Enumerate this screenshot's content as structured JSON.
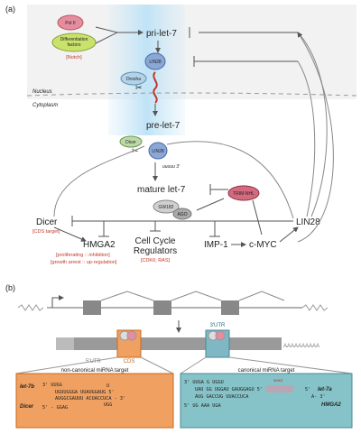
{
  "panel_a": {
    "label": "(a)",
    "pol2": "Pol II",
    "diff_factors_1": "Differentiation",
    "diff_factors_2": "factors",
    "notch": "[Notch]",
    "pri_let7": "pri-let-7",
    "lin28_top": "LIN28",
    "drosha": "Drosha",
    "nucleus": "Nucleus",
    "cytoplasm": "Cytoplasm",
    "pre_let7": "pre-let-7",
    "dicer_small": "Dicer",
    "lin28_mid": "LIN28",
    "uuuu": "uuuuu 3'",
    "mature_let7": "mature let-7",
    "trim_nhl": "TRIM-NHL",
    "gw182": "GW182",
    "ago": "AGO",
    "dicer": "Dicer",
    "cds_target": "[CDS target]",
    "lin28_right": "LIN28",
    "hmga2": "HMGA2",
    "prolif": "[proliferating :: inhibition]",
    "growth": "[growth arrest :: up-regulation]",
    "cell_cycle_1": "Cell Cycle",
    "cell_cycle_2": "Regulators",
    "cdk6": "[CDK6; RAS]",
    "imp1": "IMP-1",
    "cmyc": "c-MYC"
  },
  "panel_b": {
    "label": "(b)",
    "polyA": "AAAAAAAAAA",
    "utr5": "5'UTR",
    "cds": "CDS",
    "utr3": "3'UTR",
    "noncanon_title": "non-canonical miRNA target",
    "canon_title": "canonical miRNA target",
    "let7b": "let-7b",
    "dicer_lbl": "Dicer",
    "nc_line1": "3' UUGG",
    "nc_line2": "UGUUGGGA  UUAUGGAUG 5'",
    "nc_line3": "AUGGCGAUUU  ACUACCUCA - 3'",
    "nc_line4": "5' - GGAG",
    "nc_mid_top": "U",
    "nc_mid_bot": "UGG",
    "c_line1": "3' UUGA   G    UGGU",
    "c_line2": "UAU  GG  UGGAU  GAUGGAGU 5'",
    "c_line3": "AUG  GACCUG  UUACCUCA",
    "c_line4": "A- 3'",
    "c_line5": "5' UG   AAA   UGA",
    "c_seed": "seed",
    "let7a": "let-7a",
    "hmga2_lbl": "HMGA2",
    "c_five": "5'"
  }
}
